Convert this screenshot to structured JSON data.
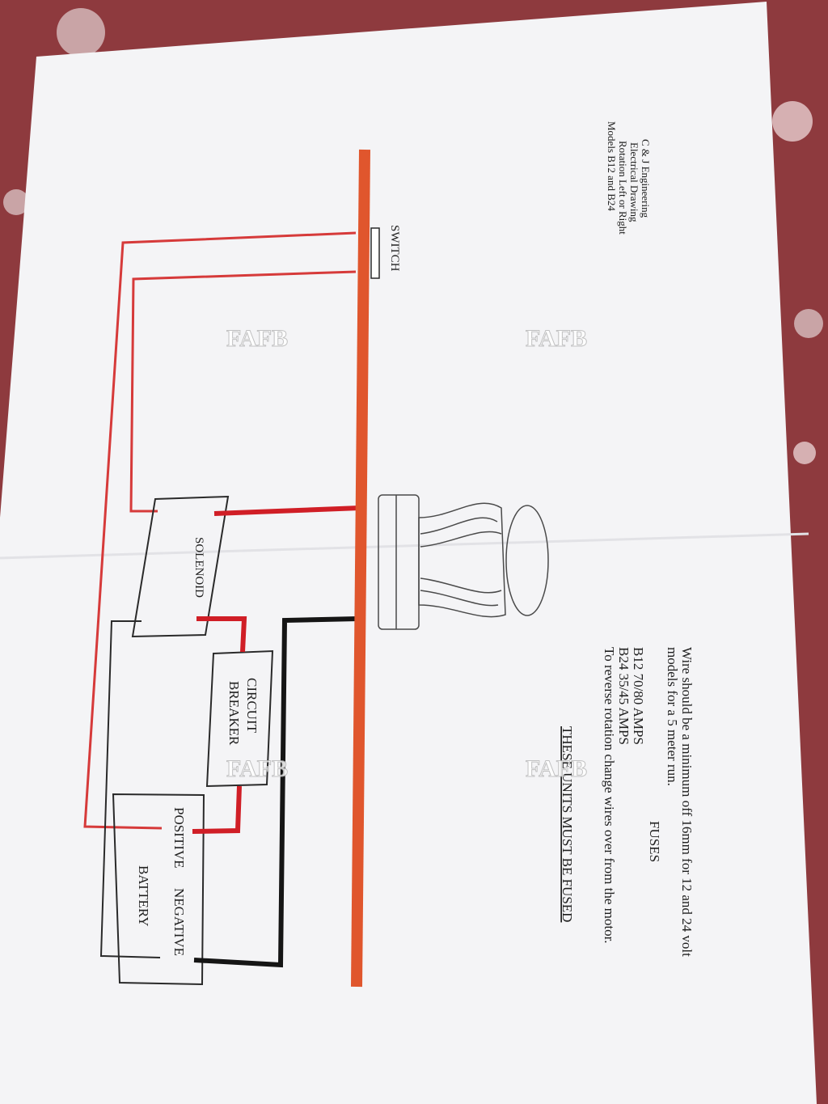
{
  "title_block": {
    "line1": "C & J Engineering",
    "line2": "Electrical Drawing",
    "line3": "Rotation Left or Right",
    "line4": "Models B12 and B24"
  },
  "labels": {
    "switch": "SWITCH",
    "solenoid": "SOLENOID",
    "circuit": "CIRCUIT",
    "breaker": "BREAKER",
    "positive": "POSITIVE",
    "negative": "NEGATIVE",
    "battery": "BATTERY"
  },
  "notes": {
    "wire_line1": "Wire should be a minimum off 16mm for 12 and 24 volt",
    "wire_line2": "models for a 5 meter run.",
    "fuses_heading": "FUSES",
    "b12": "B12 70/80 AMPS",
    "b24": "B24 35/45 AMPS",
    "reverse": "To reverse rotation change wires over from the motor.",
    "must_fuse": "THESE UNITS MUST BE FUSED"
  },
  "watermark": "FAFB",
  "colors": {
    "background_fabric": "#8e3a3e",
    "paper": "#f4f4f6",
    "deck_bar": "#e0562d",
    "thin_red_wire": "#d63a3a",
    "thick_red_wire": "#d01e26",
    "black_wire": "#151515",
    "outline": "#2a2a2a"
  }
}
